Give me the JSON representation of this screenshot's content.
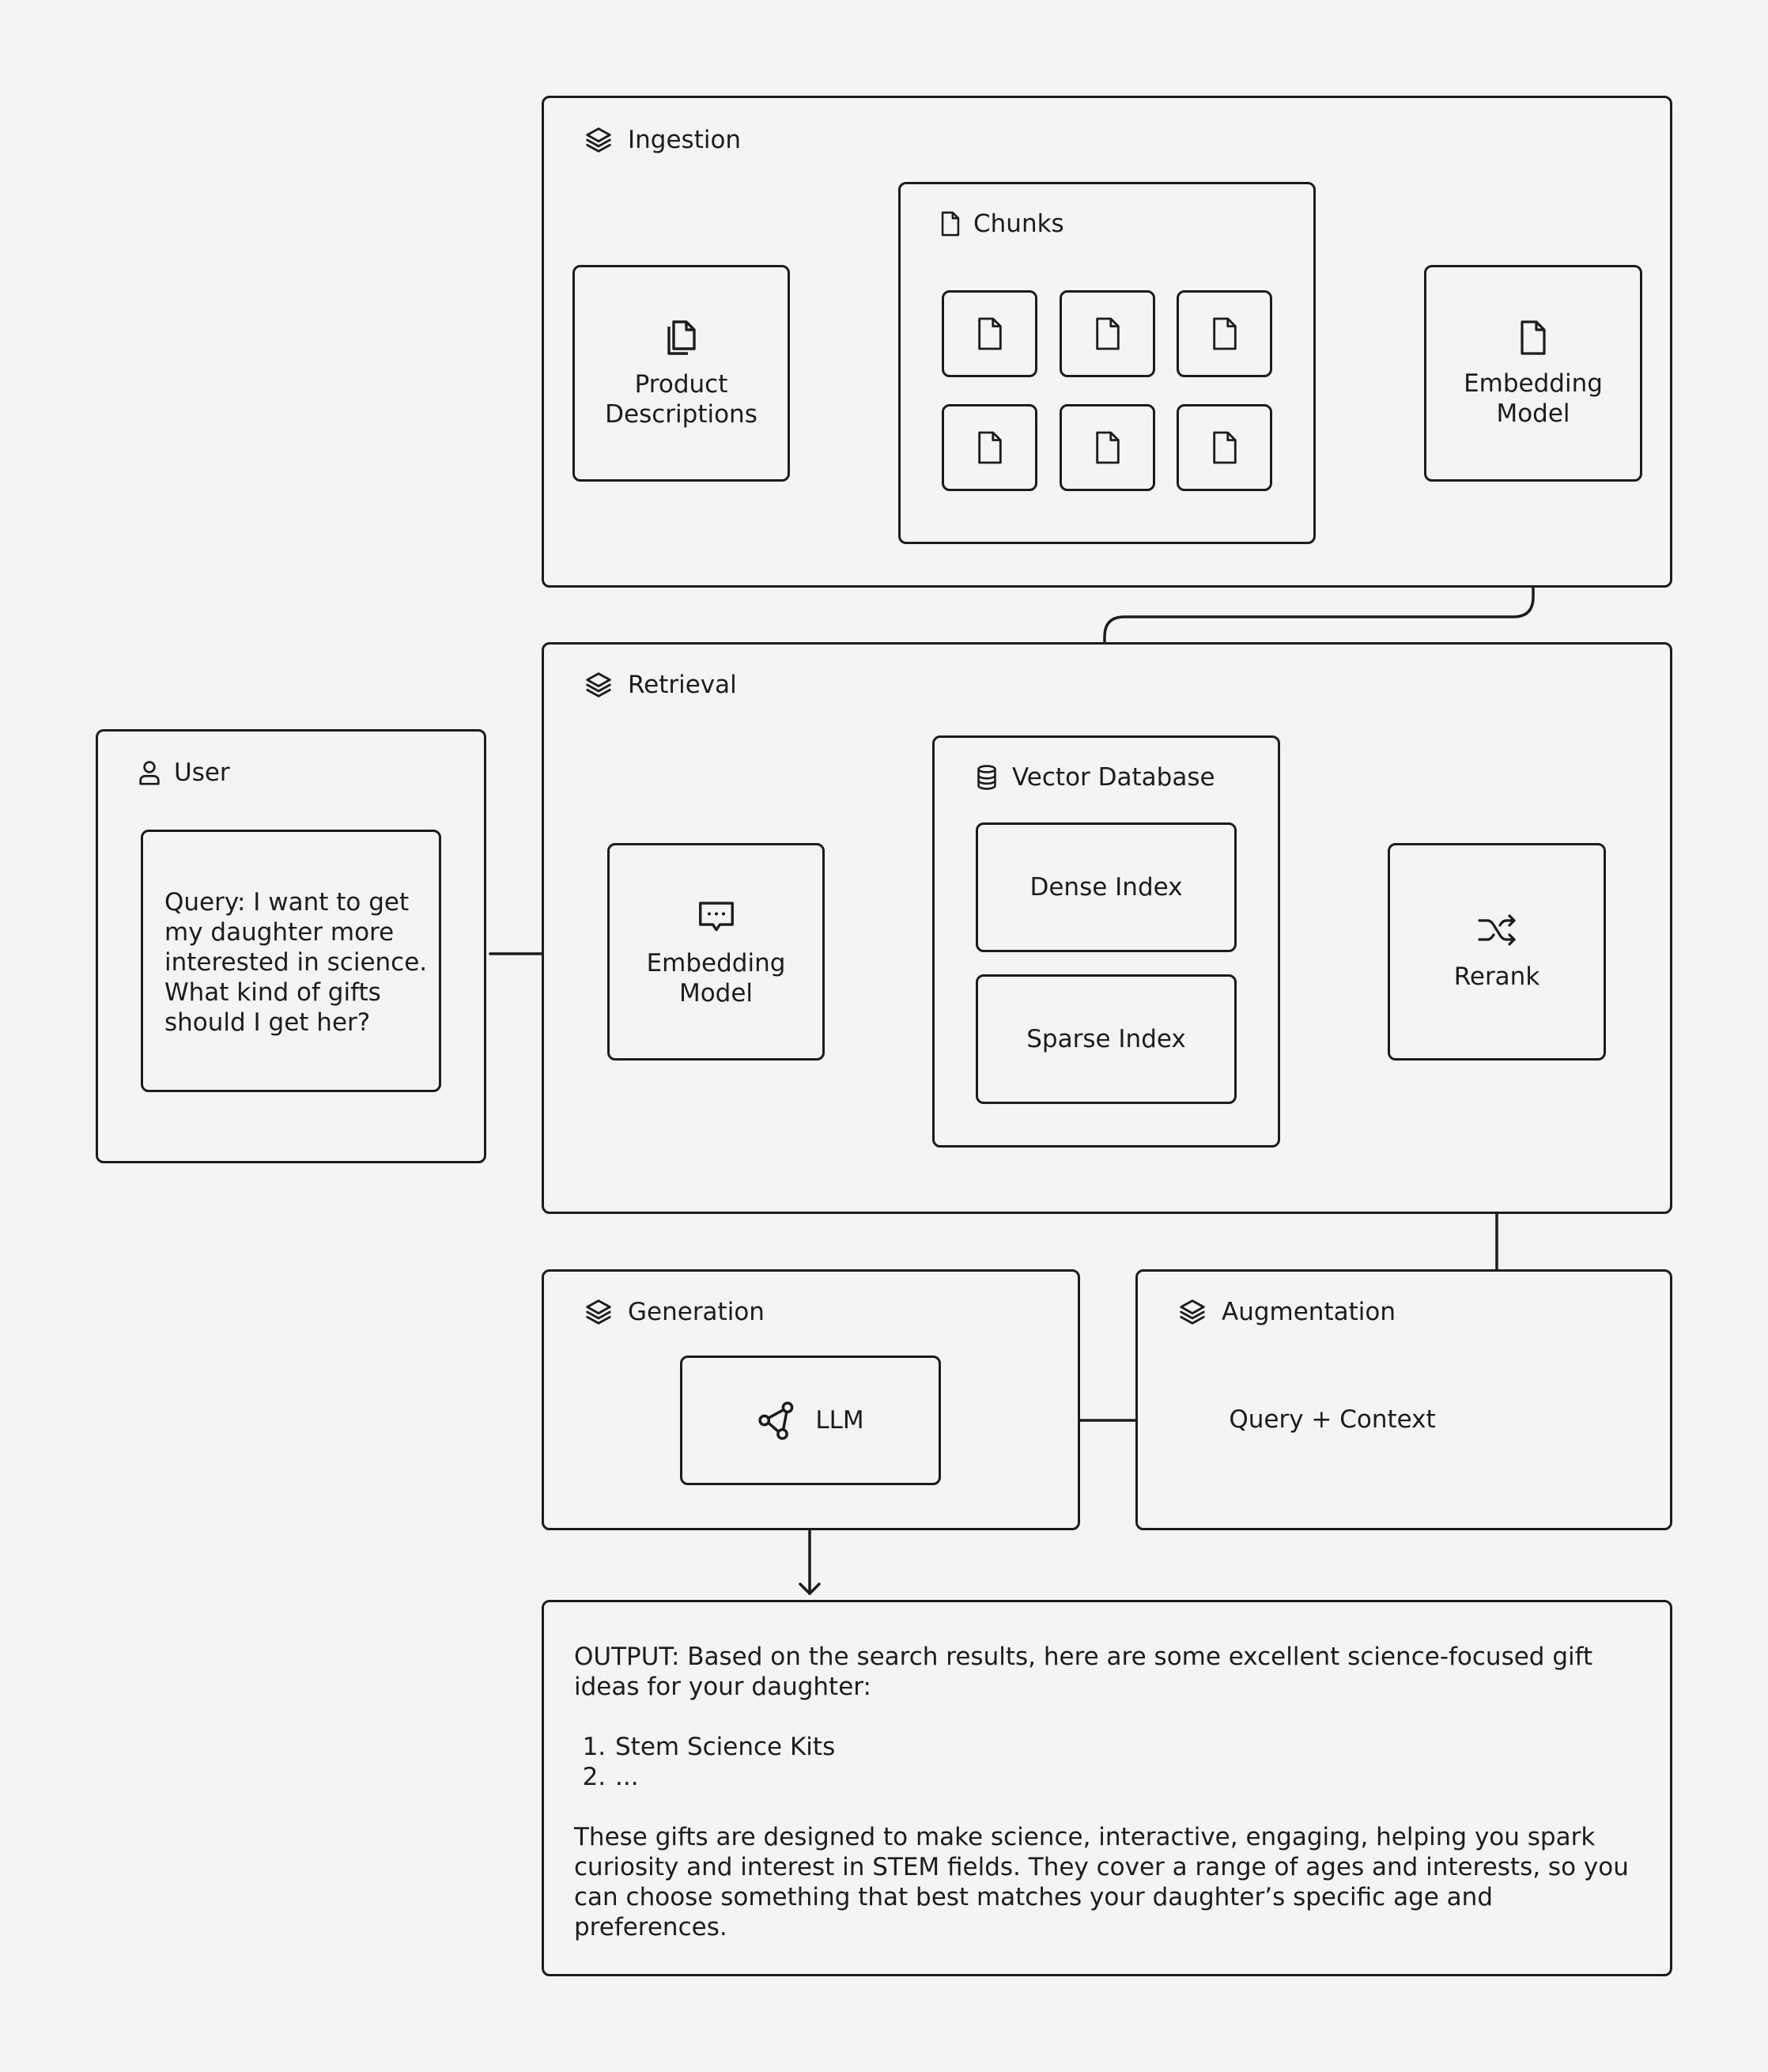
{
  "sections": {
    "ingestion": "Ingestion",
    "retrieval": "Retrieval",
    "generation": "Generation",
    "augmentation": "Augmentation",
    "user": "User"
  },
  "ingestion": {
    "product_descriptions": "Product\nDescriptions",
    "chunks": "Chunks",
    "embedding_model": "Embedding\nModel"
  },
  "retrieval": {
    "embedding_model": "Embedding\nModel",
    "vector_database": "Vector Database",
    "dense_index": "Dense Index",
    "sparse_index": "Sparse Index",
    "rerank": "Rerank"
  },
  "user": {
    "query": "Query: I want to get\nmy daughter more\ninterested in science.\nWhat kind of gifts\nshould I get her?"
  },
  "generation": {
    "llm": "LLM"
  },
  "augmentation": {
    "query_context": "Query + Context"
  },
  "output": {
    "intro": "OUTPUT: Based on the search results, here are some excellent science-focused gift ideas for your daughter:",
    "items": [
      "Stem Science Kits",
      "..."
    ],
    "closing": "These gifts are designed to make science, interactive, engaging, helping you spark curiosity and interest in STEM fields. They cover a range of ages and interests, so you can choose something that best matches your daughter’s specific age and preferences."
  },
  "icons": {
    "section": "layers-icon",
    "chunks": "file-icon",
    "product_descriptions": "files-icon",
    "embedding_ingestion": "file-icon",
    "embedding_retrieval": "message-dots-icon",
    "vector_database": "database-icon",
    "rerank": "shuffle-icon",
    "user": "user-icon",
    "llm": "share-nodes-icon"
  },
  "colors": {
    "background": "#f4f4f3",
    "stroke": "#1c1c1c"
  }
}
